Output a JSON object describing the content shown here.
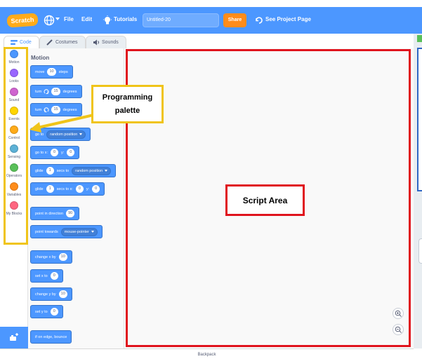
{
  "menubar": {
    "logo_text": "Scratch",
    "file": "File",
    "edit": "Edit",
    "tutorials": "Tutorials",
    "project_title": "Untitled-20",
    "share": "Share",
    "see_project_page": "See Project Page"
  },
  "tabs": {
    "code": "Code",
    "costumes": "Costumes",
    "sounds": "Sounds"
  },
  "categories": [
    {
      "label": "Motion",
      "color": "#4c97ff"
    },
    {
      "label": "Looks",
      "color": "#9966ff"
    },
    {
      "label": "Sound",
      "color": "#cf63cf"
    },
    {
      "label": "Events",
      "color": "#ffd500"
    },
    {
      "label": "Control",
      "color": "#ffab19"
    },
    {
      "label": "Sensing",
      "color": "#5cb1d6"
    },
    {
      "label": "Operators",
      "color": "#59c059"
    },
    {
      "label": "Variables",
      "color": "#ff8c1a"
    },
    {
      "label": "My Blocks",
      "color": "#ff6680"
    }
  ],
  "palette": {
    "title": "Motion",
    "blocks": {
      "move": {
        "a": "move",
        "v": "10",
        "b": "steps"
      },
      "turn_right": {
        "a": "turn",
        "v": "15",
        "b": "degrees"
      },
      "turn_left": {
        "a": "turn",
        "v": "15",
        "b": "degrees"
      },
      "go_to": {
        "a": "go to",
        "dd": "random position"
      },
      "go_to_xy": {
        "a": "go to x:",
        "x": "0",
        "b": "y:",
        "y": "0"
      },
      "glide_to": {
        "a": "glide",
        "v": "1",
        "b": "secs to",
        "dd": "random position"
      },
      "glide_xy": {
        "a": "glide",
        "v": "1",
        "b": "secs to x:",
        "x": "0",
        "c": "y:",
        "y": "0"
      },
      "point_dir": {
        "a": "point in direction",
        "v": "90"
      },
      "point_towards": {
        "a": "point towards",
        "dd": "mouse-pointer"
      },
      "change_x": {
        "a": "change x by",
        "v": "10"
      },
      "set_x": {
        "a": "set x to",
        "v": "0"
      },
      "change_y": {
        "a": "change y by",
        "v": "10"
      },
      "set_y": {
        "a": "set y to",
        "v": "0"
      },
      "bounce": {
        "a": "if on edge, bounce"
      }
    }
  },
  "backpack": "Backpack",
  "annotations": {
    "script_area": "Script Area",
    "palette_line1": "Programming",
    "palette_line2": "palette"
  },
  "colors": {
    "menubar": "#4c97ff",
    "motion_block": "#4c97ff",
    "annotation_red": "#e0141e",
    "annotation_yellow": "#f0c419",
    "share": "#ff8c1a"
  }
}
